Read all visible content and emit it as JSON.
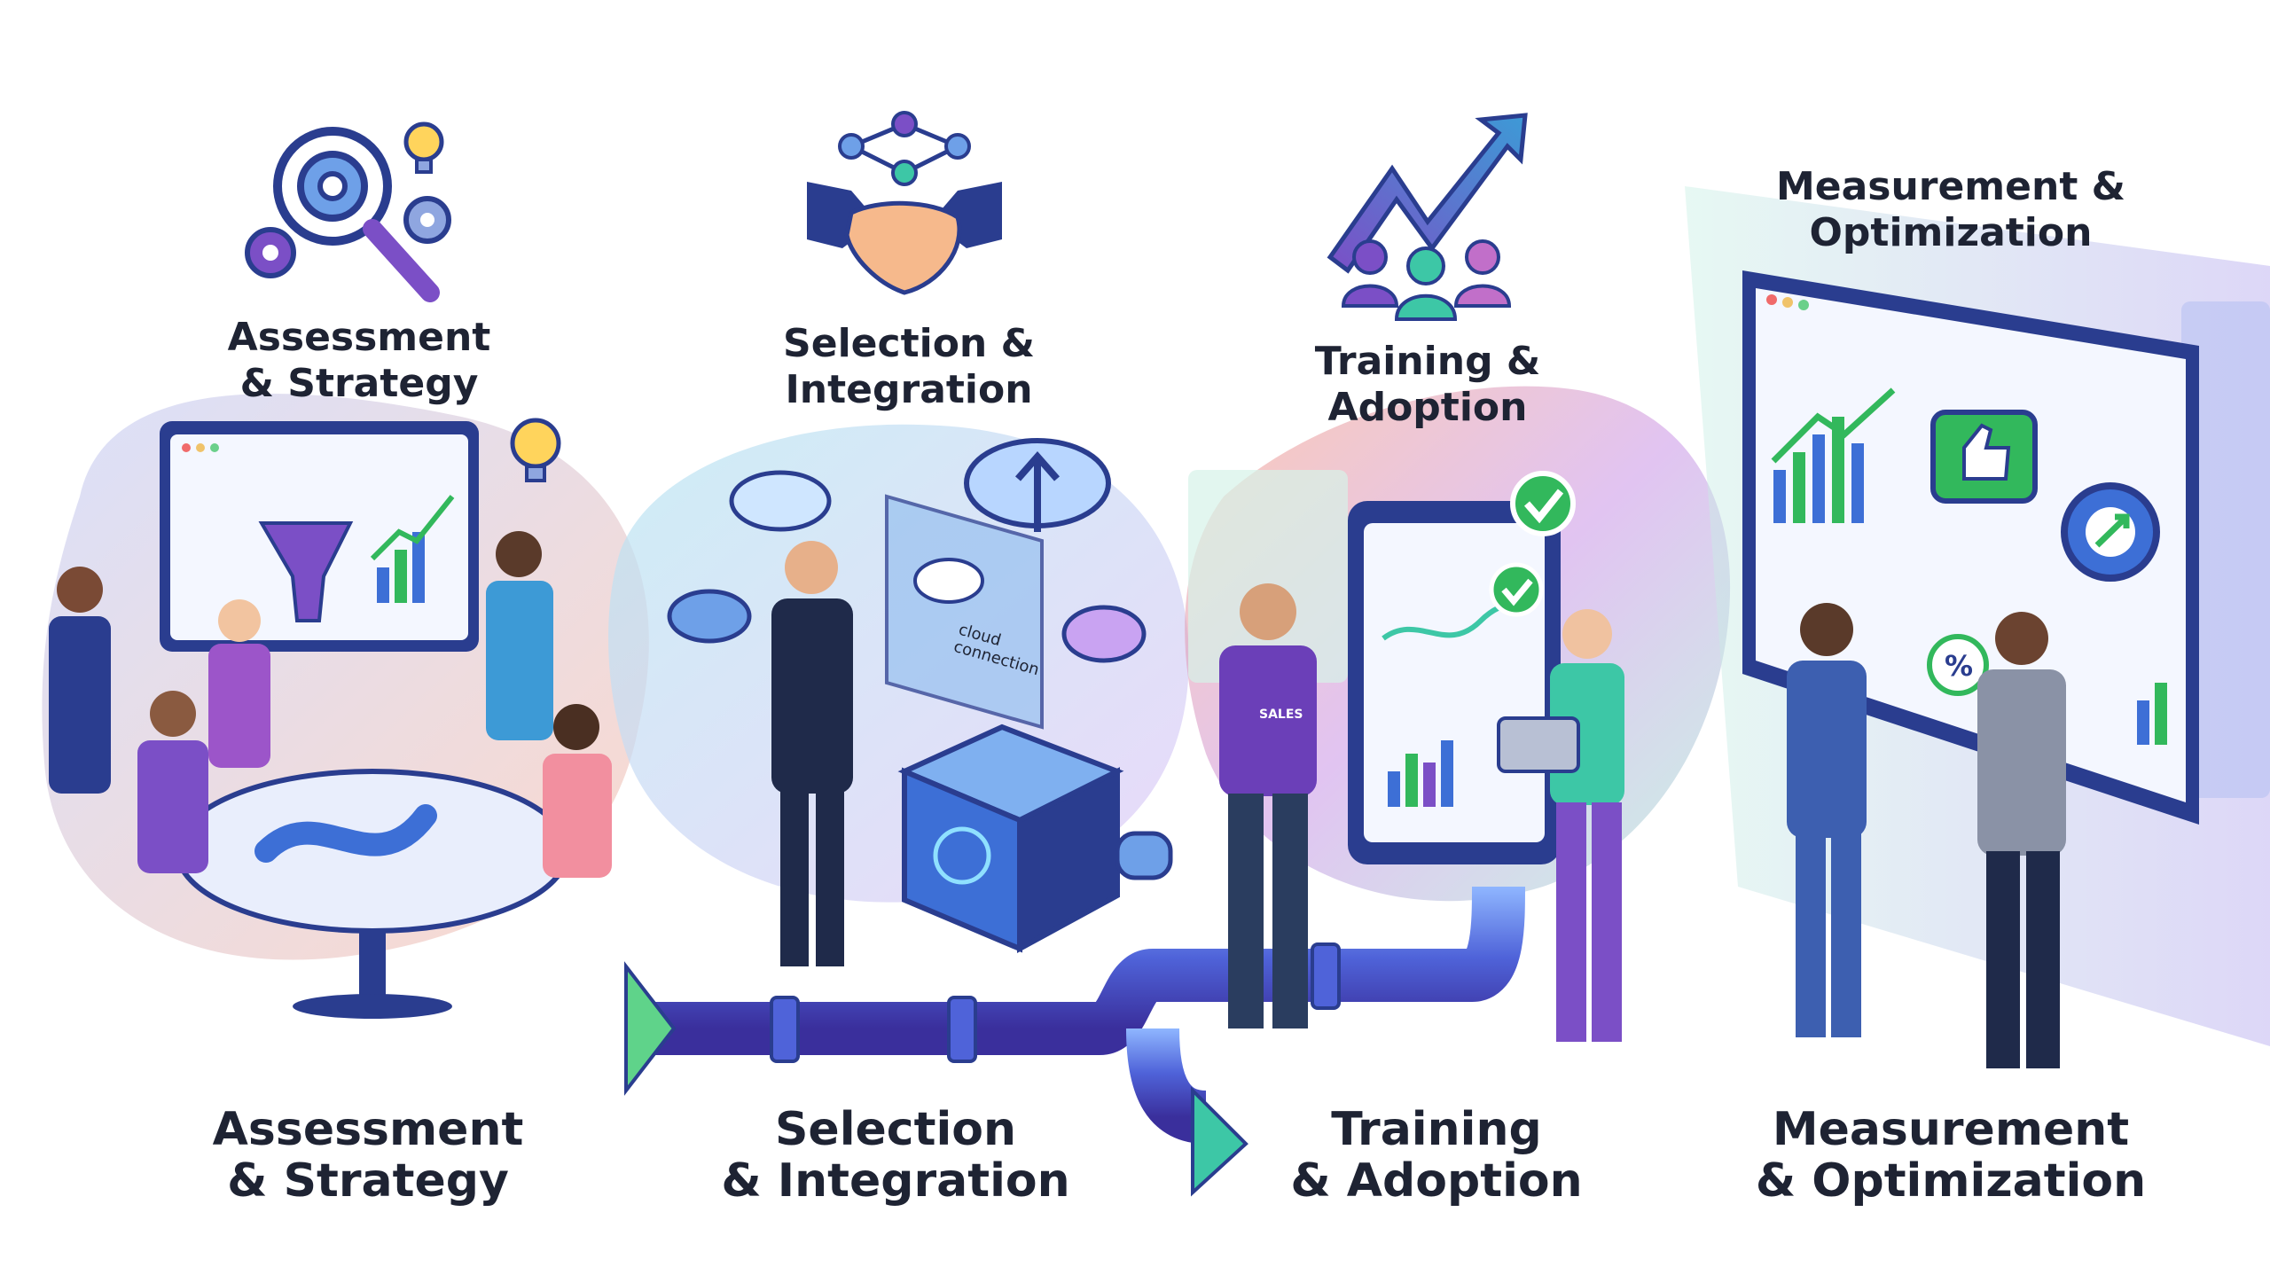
{
  "stages": [
    {
      "top_title": "Assessment\n& Strategy",
      "bottom_title": "Assessment\n& Strategy"
    },
    {
      "top_title": "Selection &\nIntegration",
      "bottom_title": "Selection\n& Integration"
    },
    {
      "top_title": "Training &\nAdoption",
      "bottom_title": "Training\n& Adoption"
    },
    {
      "top_title": "Measurement &\nOptimization",
      "bottom_title": "Measurement\n& Optimization"
    }
  ],
  "screen_text": {
    "cloud_connection": "cloud\nconnection",
    "shirt_tag": "SALES",
    "percent_badge": "%"
  },
  "icons": [
    "magnifier-gear-icon",
    "lightbulb-icon",
    "handshake-network-icon",
    "growth-arrow-team-icon",
    "cloud-upload-icon",
    "checkmark-icon",
    "thumbs-up-icon",
    "gear-arrow-icon"
  ],
  "colors": {
    "purple": "#7b4fc6",
    "blue": "#3d6fd6",
    "teal": "#3dc7a6",
    "green": "#32b85c",
    "navy": "#1e2333",
    "orange": "#f7a07a"
  }
}
